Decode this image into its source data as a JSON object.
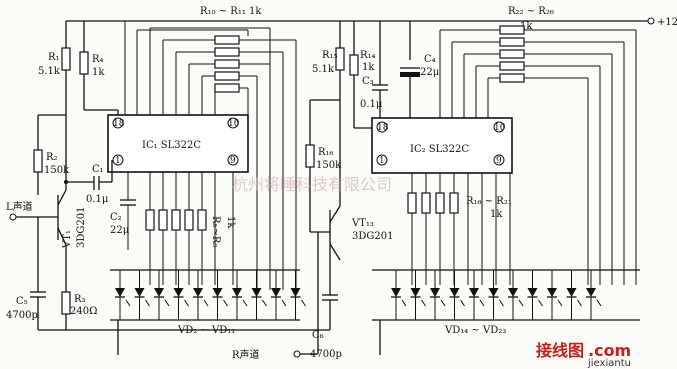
{
  "labels": {
    "r10_r11": "R₁₀ ~ R₁₁ 1k",
    "r22_r26": "R₂₂ ~ R₂₆",
    "r22_val": "1k",
    "plus12v": "+12V",
    "r1": "R₁",
    "r1_val": "5.1k",
    "r4": "R₄",
    "r4_val": "1k",
    "r15": "R₁₅",
    "r15_val": "5.1k",
    "r14": "R₁₄",
    "r14_val": "1k",
    "c4": "C₄",
    "c4_val": "22μ",
    "c3": "C₃",
    "c3_val": "0.1μ",
    "ic1": "IC₁  SL322C",
    "ic2": "IC₂  SL322C",
    "pin18a": "18",
    "pin10a": "10",
    "pin1a": "1",
    "pin9a": "9",
    "pin18b": "18",
    "pin10b": "10",
    "pin1b": "1",
    "pin9b": "9",
    "r2": "R₂",
    "r2_val": "150k",
    "c1": "C₁",
    "c1_val": "0.1μ",
    "r16": "R₁₆",
    "r16_val": "150k",
    "l_in": "L声道",
    "vt1": "VT₁",
    "vt1_type": "3DG201",
    "c2": "C₂",
    "c2_val": "22μ",
    "r5_r9": "R₅~R₉",
    "r5_val": "1k",
    "vt13": "VT₁₃",
    "vt13_type": "3DG201",
    "r16_r21": "R₁₆ ~ R₂₁",
    "r16_r21_val": "1k",
    "c5": "C₅",
    "c5_val": "4700p",
    "r3": "R₃",
    "r3_val": "240Ω",
    "vd_left": "VD₂ ~ VD₁₁",
    "vd_right": "VD₁₄ ~ VD₂₃",
    "c6": "C₆",
    "c6_val": "4700p",
    "r_in": "R声道",
    "watermark": "杭州将睡科技有限公司",
    "site_cn": "接线图",
    "site_dot": ".com",
    "site_url": "jiexiantu"
  }
}
